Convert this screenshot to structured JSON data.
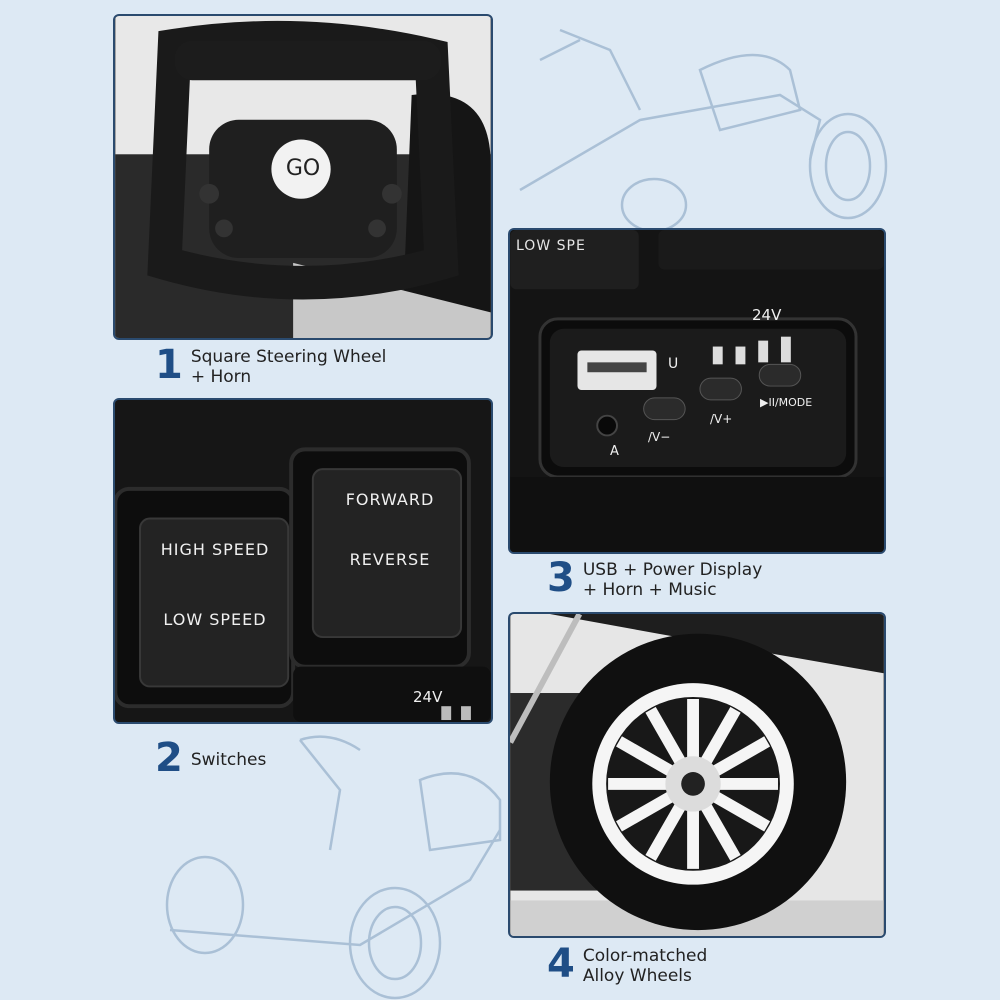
{
  "panels": [
    {
      "number": "1",
      "lines": [
        "Square Steering Wheel",
        "+ Horn"
      ],
      "horn_label": "GO"
    },
    {
      "number": "2",
      "lines": [
        "Switches"
      ],
      "switch_left_top": "HIGH SPEED",
      "switch_left_bottom": "LOW SPEED",
      "switch_right_top": "FORWARD",
      "switch_right_bottom": "REVERSE",
      "voltage": "24V"
    },
    {
      "number": "3",
      "lines": [
        "USB + Power Display",
        "+ Horn + Music"
      ],
      "top_label": "LOW SPE",
      "voltage": "24V",
      "usb_label": "U",
      "aux_label": "A",
      "btn_horn_label": "/V−",
      "btn_music_label": "/V+",
      "btn_mode_label": "▶II/MODE"
    },
    {
      "number": "4",
      "lines": [
        "Color-matched",
        "Alloy Wheels"
      ]
    }
  ],
  "colors": {
    "background": "#dde9f4",
    "accent": "#1f4e86",
    "panel_border": "#2a4a6e"
  }
}
